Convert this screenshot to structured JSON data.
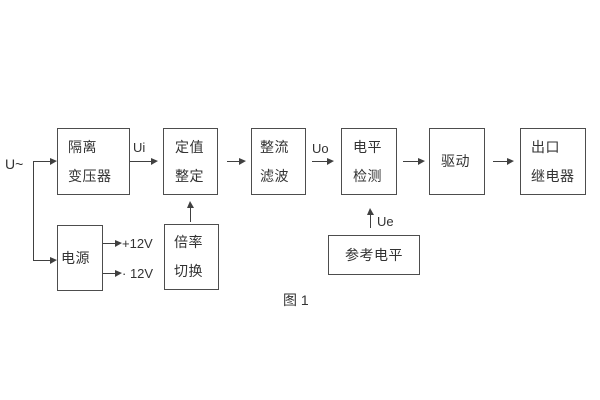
{
  "figure": {
    "caption": "图 1",
    "source_label": "U~"
  },
  "signals": {
    "ui": "Ui",
    "uo": "Uo",
    "ue": "Ue"
  },
  "power_rails": {
    "positive": "+12V",
    "negative": "· 12V"
  },
  "blocks": {
    "isolation_transformer": {
      "line1": "隔离",
      "line2": "变压器"
    },
    "setpoint_setting": {
      "line1": "定值",
      "line2": "整定"
    },
    "rectifier_filter": {
      "line1": "整流",
      "line2": "滤波"
    },
    "level_detector": {
      "line1": "电平",
      "line2": "检测"
    },
    "driver": {
      "label": "驱动"
    },
    "output_relay": {
      "line1": "出口",
      "line2": "继电器"
    },
    "power_supply": {
      "label": "电源"
    },
    "ratio_switch": {
      "line1": "倍率",
      "line2": "切换"
    },
    "reference_level": {
      "label": "参考电平"
    }
  },
  "colors": {
    "background": "#ffffff",
    "line": "#404040",
    "border": "#4d4d4d",
    "text": "#333333"
  }
}
